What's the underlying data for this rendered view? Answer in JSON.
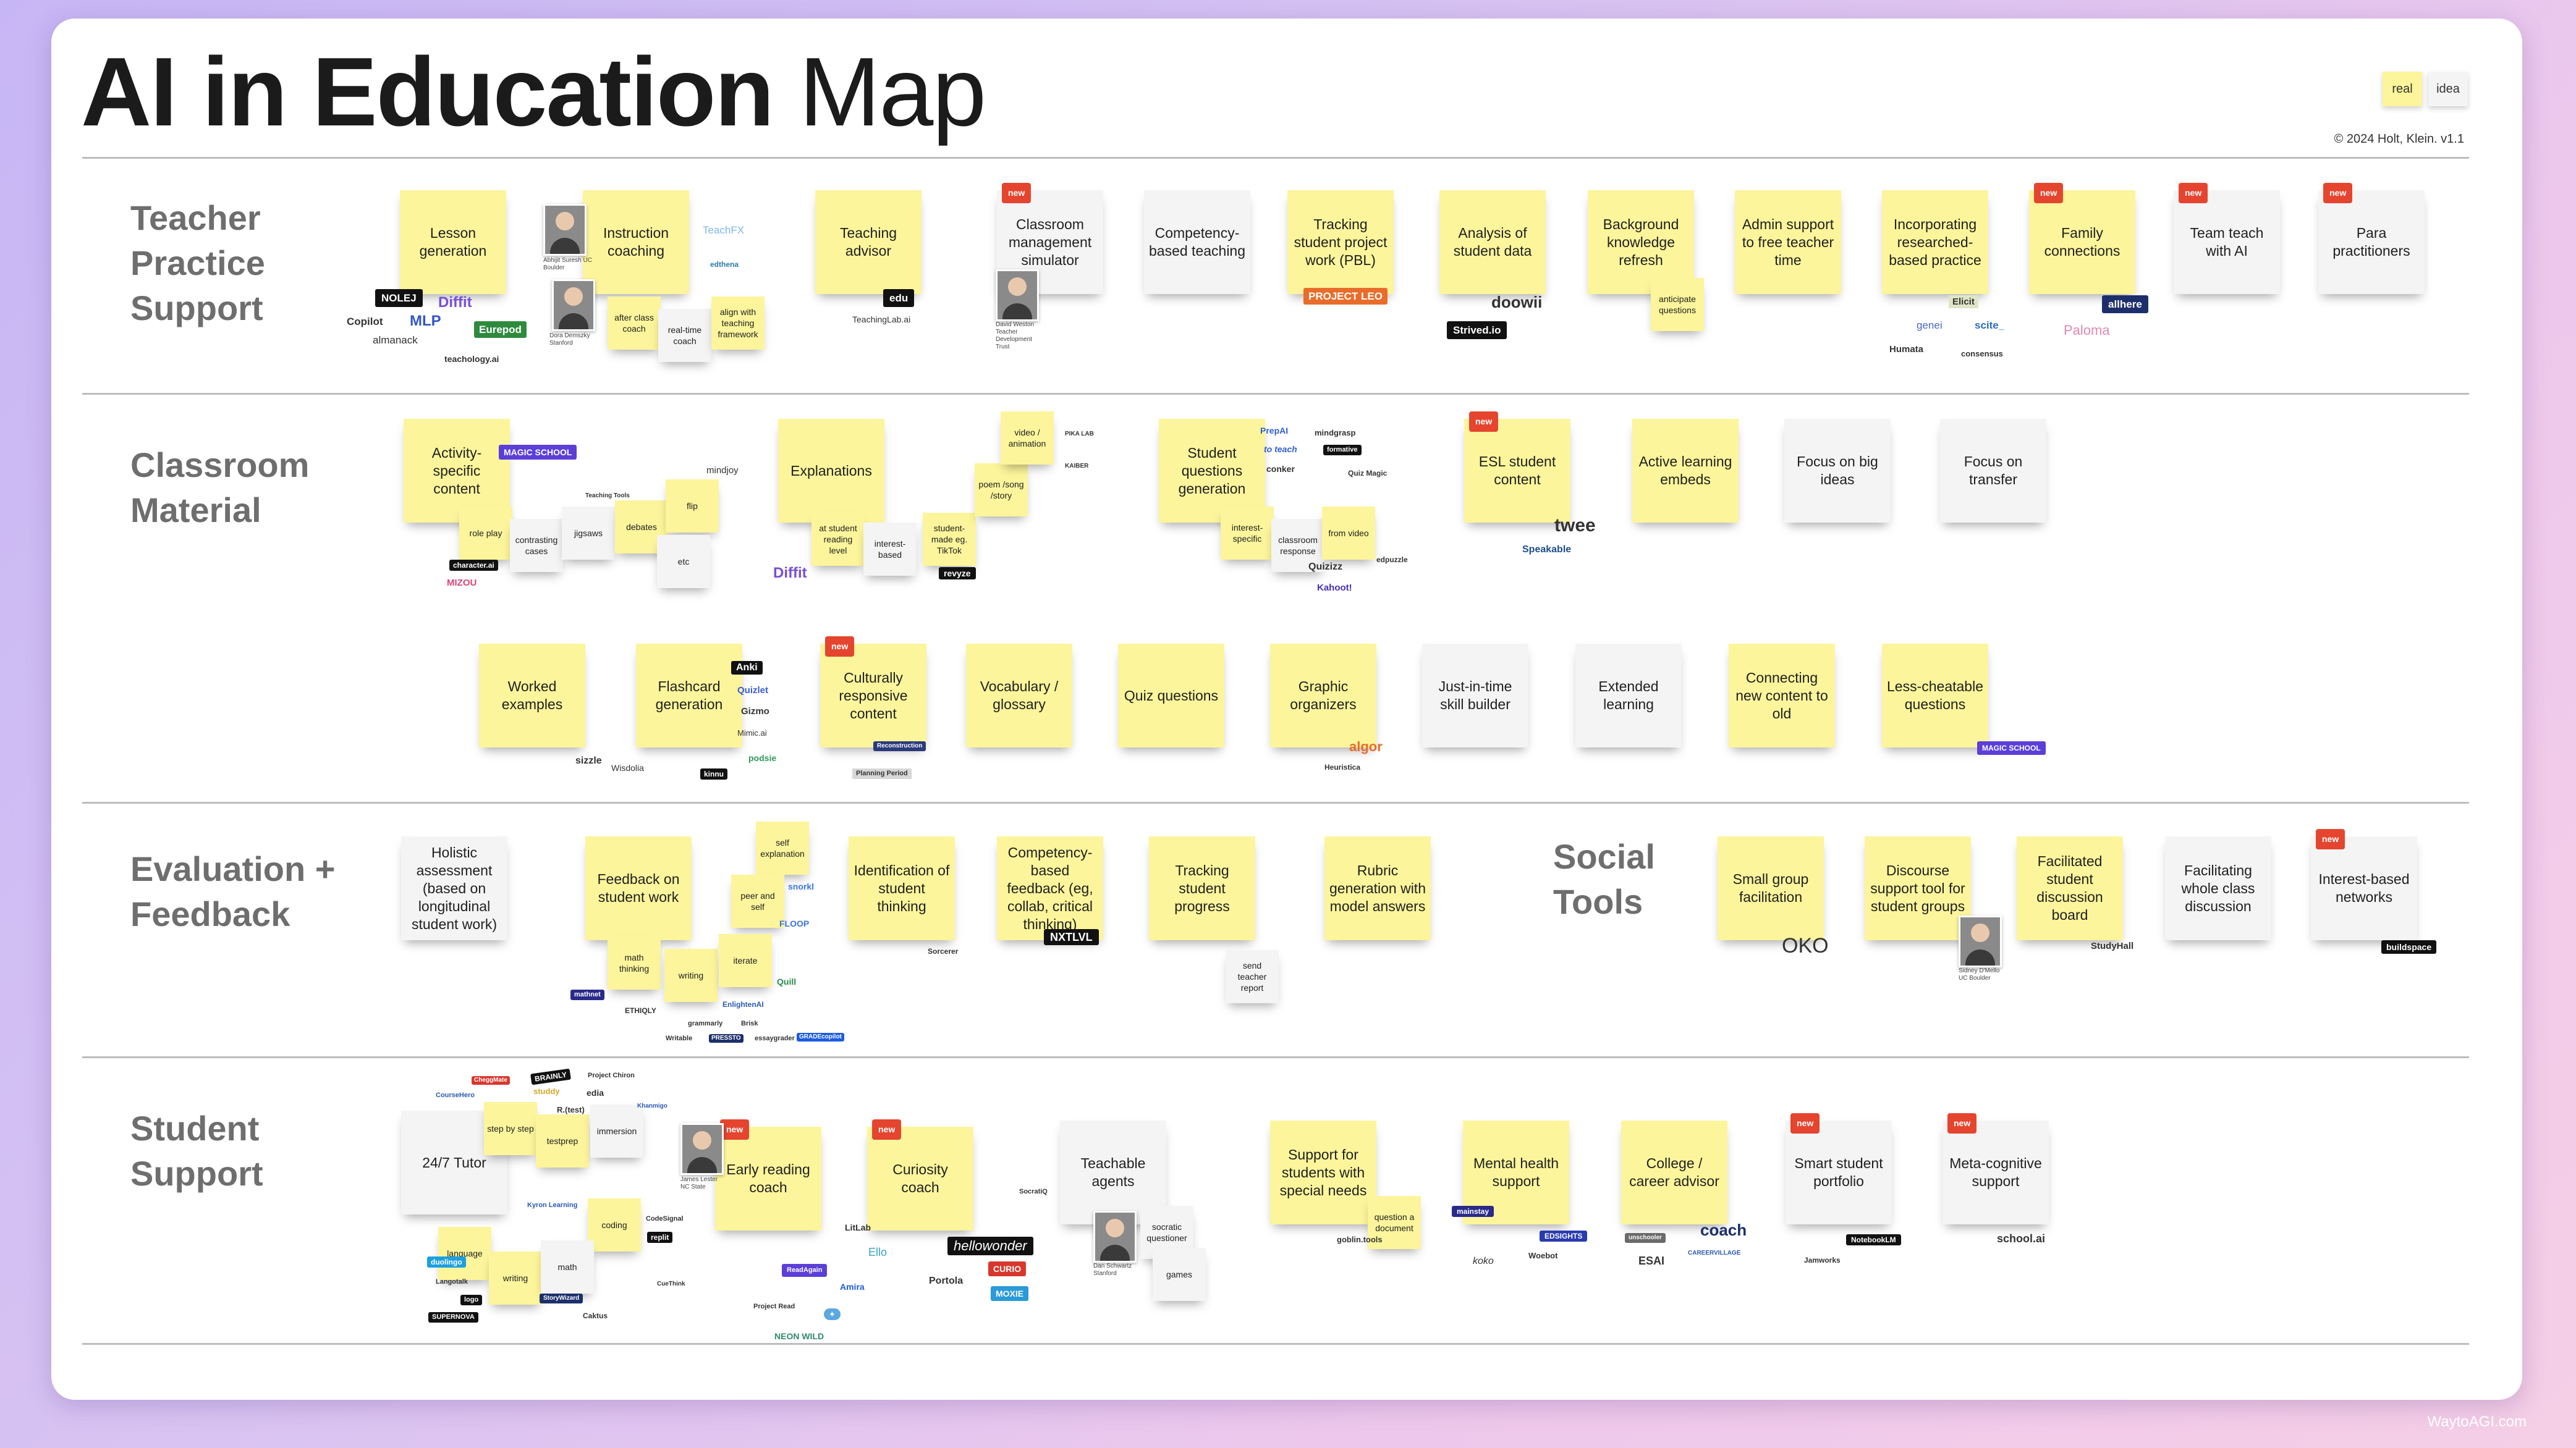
{
  "header": {
    "title_bold": "AI in Education",
    "title_regular": "Map",
    "legend_real": "real",
    "legend_idea": "idea",
    "copyright": "© 2024 Holt, Klein. v1.1"
  },
  "sections": {
    "teacher": "Teacher\nPractice\nSupport",
    "classroom": "Classroom\nMaterial",
    "evaluation": "Evaluation +\nFeedback",
    "social": "Social\nTools",
    "student": "Student\nSupport"
  },
  "badge_new": "new",
  "notes": {
    "lesson_generation": "Lesson generation",
    "instruction_coaching": "Instruction coaching",
    "after_class_coach": "after class coach",
    "realtime_coach": "real-time coach",
    "align_framework": "align with teaching framework",
    "teaching_advisor": "Teaching advisor",
    "classroom_mgmt_sim": "Classroom management simulator",
    "competency_teaching": "Competency-based teaching",
    "tracking_pbl": "Tracking student project work (PBL)",
    "analysis_data": "Analysis of student data",
    "background_refresh": "Background knowledge refresh",
    "anticipate_questions": "anticipate questions",
    "admin_support": "Admin support to free teacher time",
    "incorporating_research": "Incorporating researched-based practice",
    "family_connections": "Family connections",
    "team_teach": "Team teach with AI",
    "para_practitioners": "Para practitioners",
    "activity_content": "Activity-specific content",
    "role_play": "role play",
    "contrasting_cases": "contrasting cases",
    "jigsaws": "jigsaws",
    "debates": "debates",
    "flip": "flip",
    "etc": "etc",
    "explanations": "Explanations",
    "at_reading_level": "at student reading level",
    "interest_based": "interest-based",
    "student_made": "student-made eg. TikTok",
    "poem_song": "poem /song /story",
    "video_animation": "video / animation",
    "student_questions": "Student questions generation",
    "interest_specific": "interest-specific",
    "classroom_response": "classroom response",
    "from_video": "from video",
    "esl_content": "ESL student content",
    "active_learning": "Active learning embeds",
    "focus_big_ideas": "Focus on big ideas",
    "focus_transfer": "Focus on transfer",
    "worked_examples": "Worked examples",
    "flashcard_generation": "Flashcard generation",
    "culturally_responsive": "Culturally responsive content",
    "vocabulary_glossary": "Vocabulary / glossary",
    "quiz_questions": "Quiz questions",
    "graphic_organizers": "Graphic organizers",
    "just_in_time": "Just-in-time skill builder",
    "extended_learning": "Extended learning",
    "connecting_content": "Connecting new content to old",
    "less_cheatable": "Less-cheatable questions",
    "holistic_assessment": "Holistic assessment (based on longitudinal student work)",
    "feedback_work": "Feedback on student work",
    "self_explanation": "self explanation",
    "peer_and_self": "peer and self",
    "math_thinking": "math thinking",
    "writing_feedback": "writing",
    "iterate": "iterate",
    "identification_thinking": "Identification of student thinking",
    "competency_feedback": "Competency-based feedback (eg, collab, critical thinking)",
    "tracking_progress": "Tracking student progress",
    "send_report": "send teacher report",
    "rubric_generation": "Rubric generation with model answers",
    "small_group": "Small group facilitation",
    "discourse_support": "Discourse support tool for student groups",
    "facilitated_board": "Facilitated student discussion board",
    "facilitating_whole": "Facilitating whole class discussion",
    "interest_networks": "Interest-based networks",
    "tutor_247": "24/7 Tutor",
    "step_by_step": "step by step",
    "testprep": "testprep",
    "immersion": "immersion",
    "coding": "coding",
    "language": "language",
    "writing_tutor": "writing",
    "math_tutor": "math",
    "early_reading": "Early reading coach",
    "curiosity_coach": "Curiosity coach",
    "teachable_agents": "Teachable agents",
    "socratic_questioner": "socratic questioner",
    "games": "games",
    "special_needs": "Support for students with special needs",
    "question_document": "question a document",
    "mental_health": "Mental health support",
    "college_career": "College / career advisor",
    "smart_portfolio": "Smart student portfolio",
    "metacognitive": "Meta-cognitive support"
  },
  "logos": {
    "nolej": "NOLEJ",
    "diffit": "Diffit",
    "copilot": "Copilot",
    "mlp": "MLP",
    "eurepod": "Eurepod",
    "almanack": "almanack",
    "teachology": "teachology.ai",
    "teachfx": "TeachFX",
    "edthena": "edthena",
    "edu": "edu",
    "teachinglab": "TeachingLab.ai",
    "project_leo": "PROJECT LEO",
    "doowii": "doowii",
    "strived": "Strived.io",
    "elicit": "Elicit",
    "genei": "genei",
    "scite": "scite_",
    "humata": "Humata",
    "consensus": "consensus",
    "allhere": "allhere",
    "paloma": "Paloma",
    "magic_school": "MAGIC SCHOOL",
    "mindjoy": "mindjoy",
    "teaching_tools": "Teaching Tools",
    "characterai": "character.ai",
    "mizou": "MIZOU",
    "diffit2": "Diffit",
    "revyze": "revyze",
    "pika": "PIKA LAB",
    "kaiber": "KAIBER",
    "prepai": "PrepAI",
    "mindgrasp": "mindgrasp",
    "to_teach": "to teach",
    "formative": "formative",
    "conker": "conker",
    "quiz_magic": "Quiz Magic",
    "quizizz": "Quizizz",
    "edpuzzle": "edpuzzle",
    "kahoot": "Kahoot!",
    "twee": "twee",
    "speakable": "Speakable",
    "anki": "Anki",
    "quizlet": "Quizlet",
    "gizmo": "Gizmo",
    "mimic": "Mimic.ai",
    "podsie": "podsie",
    "sizzle": "sizzle",
    "wisdolia": "Wisdolia",
    "kinnu": "kinnu",
    "reconstruction": "Reconstruction",
    "planning_period": "Planning Period",
    "algor": "algor",
    "heuristica": "Heuristica",
    "magic_school2": "MAGIC SCHOOL",
    "snorkl": "snorkl",
    "floop": "FLOOP",
    "quill": "Quill",
    "mathnet": "mathnet",
    "ethiqly": "ETHIQLY",
    "enlighten": "EnlightenAI",
    "grammarly": "grammarly",
    "brisk": "Brisk",
    "writable": "Writable",
    "pressto": "PRESSTO",
    "essaygrader": "essaygrader",
    "gradescope": "GRADEcopilot",
    "sorcerer": "Sorcerer",
    "nxtlvl": "NXTLVL",
    "oko": "OKO",
    "studyhall": "StudyHall",
    "buildspace": "buildspace",
    "brainly": "BRAINLY",
    "chegg": "CheggMate",
    "studdy": "studdy",
    "coursehero": "CourseHero",
    "project_chiron": "Project Chiron",
    "edia": "edia",
    "rtest": "R.(test)",
    "khanmigo": "Khanmigo",
    "replit": "replit",
    "codesignal": "CodeSignal",
    "duolingo": "duolingo",
    "langotalk": "Langotalk",
    "storywizard": "StoryWizard",
    "logo": "logo",
    "cuethink": "CueThink",
    "supernova": "SUPERNOVA",
    "caktus": "Caktus",
    "litlab": "LitLab",
    "ello": "Ello",
    "amira": "Amira",
    "readagain": "ReadAgain",
    "project_read": "Project Read",
    "neon_wild": "NEON WILD",
    "hellowonder": "hellowonder",
    "curio": "CURIO",
    "moxie": "MOXIE",
    "portola": "Portola",
    "socratiq": "SocratiQ",
    "goblin": "goblin.tools",
    "mainstay": "mainstay",
    "edsights": "EDSIGHTS",
    "koko": "koko",
    "woebot": "Woebot",
    "unschooler": "unschooler",
    "coach": "coach",
    "esai": "ESAI",
    "careervillage": "CAREERVILLAGE",
    "notebooklm": "NotebookLM",
    "jamworks": "Jamworks",
    "schoolai": "school.ai"
  },
  "captions": {
    "abhijit": "Abhijit Suresh UC Boulder",
    "dora": "Dora Demszky Stanford",
    "david": "David Weston Teacher Development Trust",
    "sidney": "Sidney D'Mello UC Boulder",
    "james": "James Lester NC State",
    "dan": "Dan Schwartz Stanford"
  },
  "footer": "WaytoAGI.com"
}
